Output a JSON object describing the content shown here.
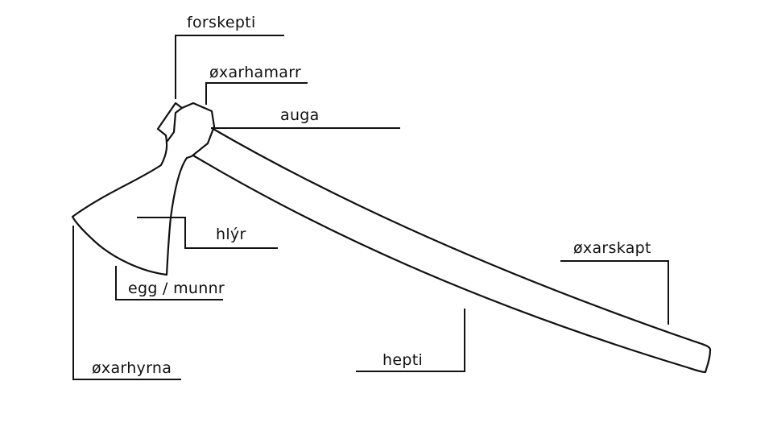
{
  "diagram": {
    "labels": {
      "forskepti": "forskepti",
      "oxarhamarr": "øxarhamarr",
      "auga": "auga",
      "hlyr": "hlýr",
      "egg_munnr": "egg / munnr",
      "oxarhyrna": "øxarhyrna",
      "hepti": "hepti",
      "oxarskapt": "øxarskapt"
    }
  }
}
